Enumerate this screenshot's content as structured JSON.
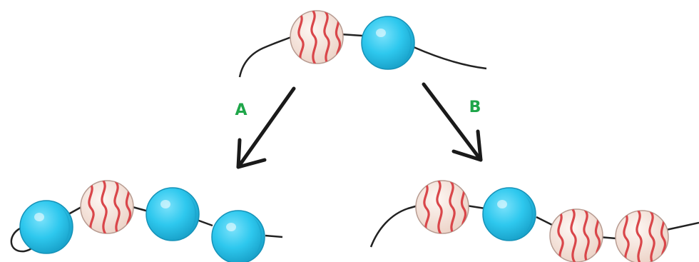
{
  "labels": {
    "left": "A",
    "right": "B"
  },
  "colors": {
    "label": "#1fa64a",
    "bead_blue": "#2ec8ee",
    "bead_blue_shadow": "#1aa4cc",
    "bead_striped_fill": "#f6e4dc",
    "bead_stripe": "#d9464a",
    "string": "#222222",
    "arrow": "#1a1a1a"
  },
  "sequences": {
    "top": [
      "striped",
      "blue"
    ],
    "A": [
      "blue",
      "striped",
      "blue",
      "blue"
    ],
    "B": [
      "striped",
      "blue",
      "striped",
      "striped"
    ]
  }
}
